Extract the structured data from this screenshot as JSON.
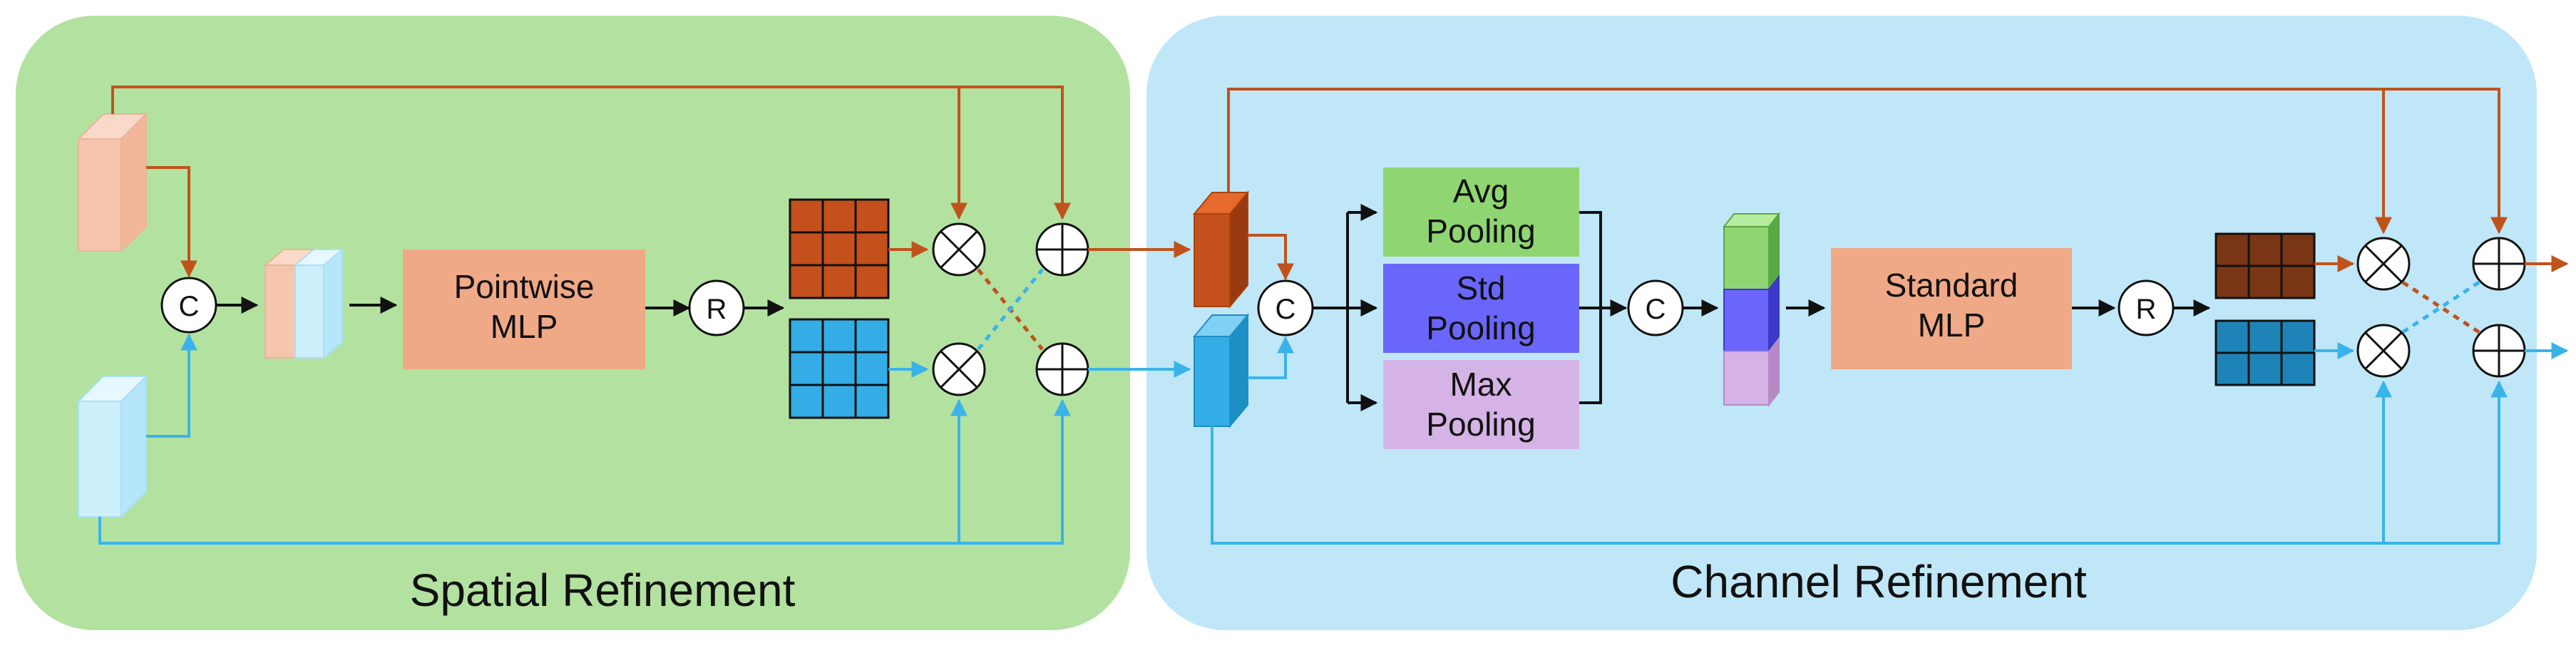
{
  "panels": {
    "spatial": {
      "title": "Spatial Refinement",
      "color": "#b3e2a0"
    },
    "channel": {
      "title": "Channel Refinement",
      "color": "#c0e7f8"
    }
  },
  "ops": {
    "concat": "C",
    "relu": "R",
    "multiply_symbol": "⊗",
    "add_symbol": "⊕"
  },
  "blocks": {
    "pointwise_mlp": {
      "line1": "Pointwise",
      "line2": "MLP",
      "color": "#f0a987"
    },
    "standard_mlp": {
      "line1": "Standard",
      "line2": "MLP",
      "color": "#f0a987"
    },
    "avg_pooling": {
      "line1": "Avg",
      "line2": "Pooling",
      "color": "#8fd672"
    },
    "std_pooling": {
      "line1": "Std",
      "line2": "Pooling",
      "color": "#6a66fb"
    },
    "max_pooling": {
      "line1": "Max",
      "line2": "Pooling",
      "color": "#d6b3e6"
    }
  },
  "colors": {
    "orange_path": "#c0531c",
    "blue_path": "#3ab4e8",
    "orange_grid": "#c4501c",
    "blue_grid": "#34ade6",
    "brown_grid": "#7a3614",
    "teal_grid": "#1e84b8",
    "light_orange_cube": "#f6c5ae",
    "light_blue_cube": "#cdeefb",
    "dark_orange_cube": "#c4501c",
    "dark_blue_cube": "#34ade6"
  }
}
